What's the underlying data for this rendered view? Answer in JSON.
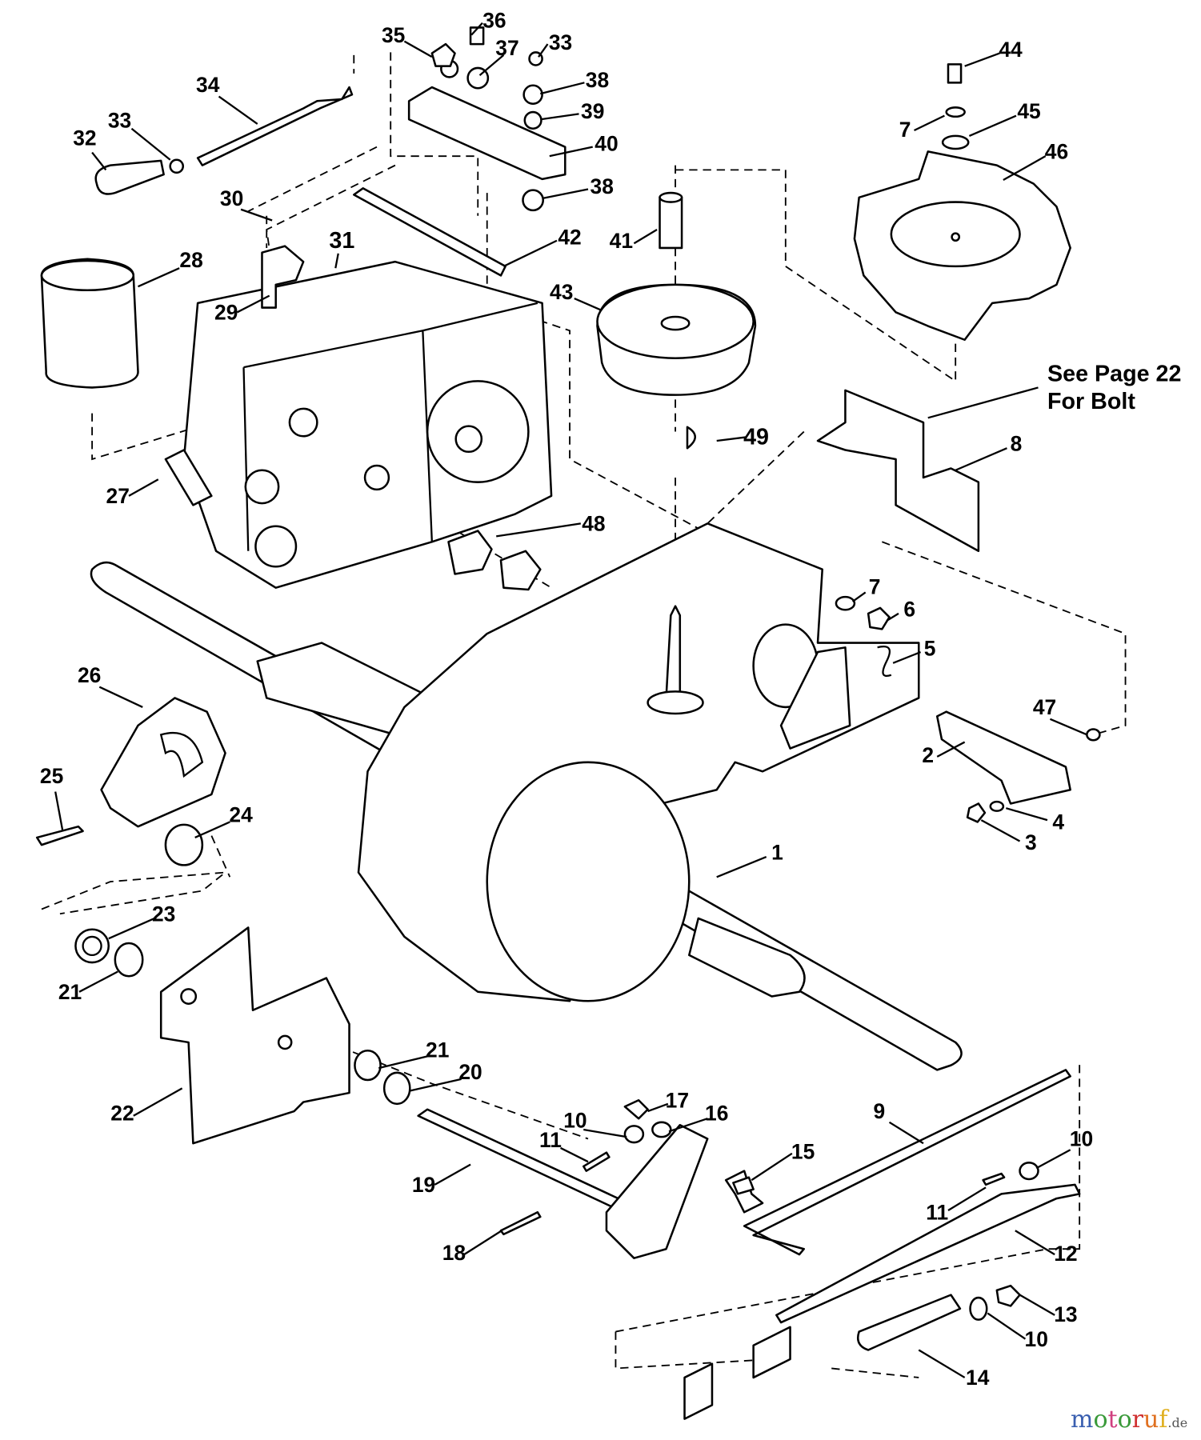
{
  "diagram": {
    "callouts": [
      "36",
      "35",
      "37",
      "33",
      "38",
      "39",
      "40",
      "38",
      "34",
      "33",
      "32",
      "30",
      "31",
      "42",
      "41",
      "28",
      "29",
      "43",
      "44",
      "7",
      "45",
      "46",
      "49",
      "8",
      "27",
      "48",
      "7",
      "6",
      "5",
      "26",
      "47",
      "2",
      "4",
      "3",
      "25",
      "24",
      "1",
      "23",
      "21",
      "21",
      "20",
      "22",
      "17",
      "16",
      "10",
      "11",
      "15",
      "9",
      "10",
      "11",
      "19",
      "18",
      "12",
      "13",
      "10",
      "14"
    ],
    "note": {
      "line1": "See Page 22",
      "line2": "For Bolt"
    },
    "watermark": "motoruf.de"
  }
}
